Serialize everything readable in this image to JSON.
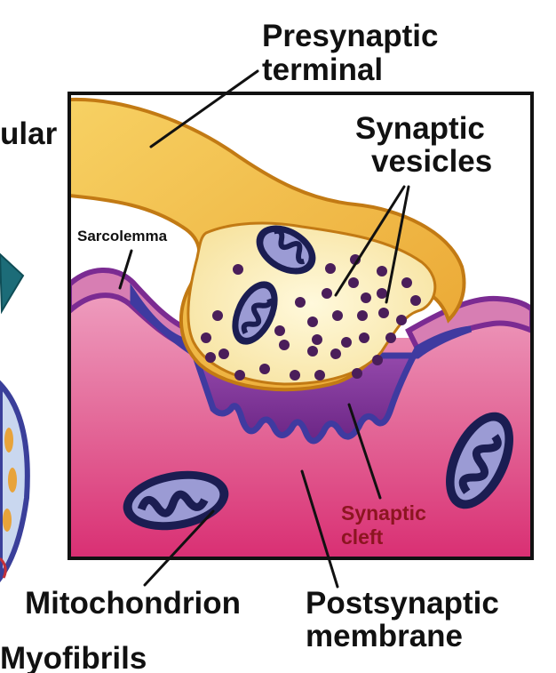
{
  "labels": {
    "presynaptic_terminal": [
      "Presynaptic",
      "terminal"
    ],
    "neuromuscular_partial": "ular",
    "synaptic_vesicles": [
      "Synaptic",
      "vesicles"
    ],
    "sarcolemma": "Sarcolemma",
    "synaptic_cleft": [
      "Synaptic",
      "cleft"
    ],
    "mitochondrion": "Mitochondrion",
    "postsynaptic_membrane": [
      "Postsynaptic",
      "membrane"
    ],
    "myofibrils": "Myofibrils"
  },
  "colors": {
    "axon": "#f3c23c",
    "axon_edge": "#d0891c",
    "axon_interior": "#fdf3c6",
    "vesicle": "#4a1e5a",
    "mitochondrion": "#1b1d52",
    "membrane": "#8d3fa8",
    "muscle_pink": "#e27aa2",
    "muscle_magenta": "#d92f73",
    "sarcolemma_pink": "#d77eb3",
    "cleft_purple": "#6f2f8b",
    "arrow_teal": "#1c6c78",
    "callout_red": "#8c1520"
  }
}
